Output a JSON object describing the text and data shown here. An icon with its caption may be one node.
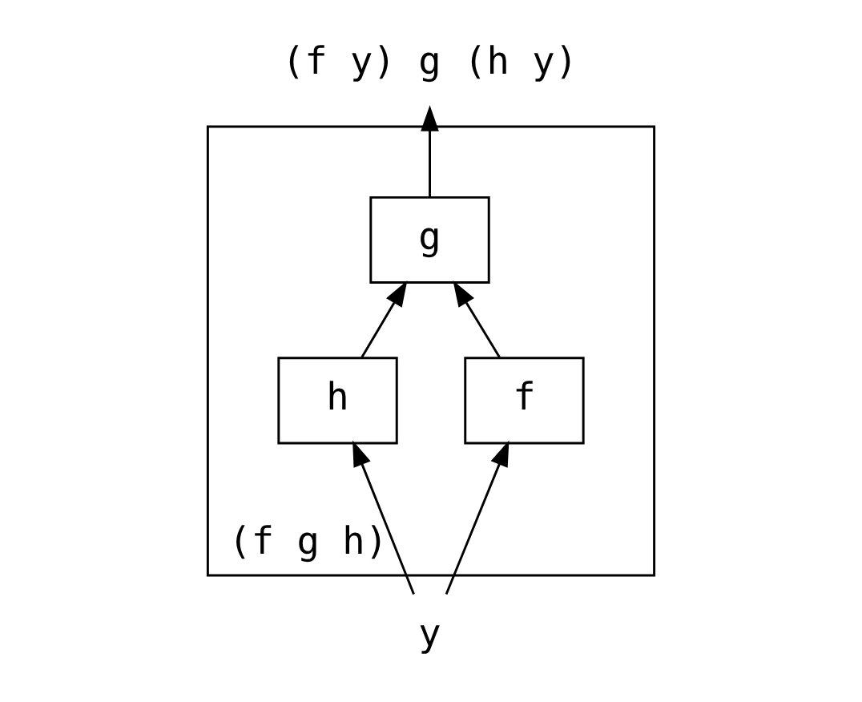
{
  "diagram": {
    "nodes": [
      {
        "text": [
          "(f g h)"
        ]
      },
      {
        "text": [
          "g"
        ],
        "in": 0
      },
      {
        "text": [
          "f"
        ],
        "in": 0
      },
      {
        "text": [
          "h"
        ],
        "in": 0
      },
      {
        "text": [
          "y"
        ]
      },
      {
        "text": [
          "(f y) g (h y)"
        ]
      }
    ],
    "edges": [
      {
        "from": 1,
        "to": 5,
        "arrow": "to"
      },
      {
        "from": 2,
        "to": 1,
        "arrow": "to"
      },
      {
        "from": 3,
        "to": 1,
        "arrow": "to"
      },
      {
        "from": 4,
        "to": 2,
        "arrow": "to"
      },
      {
        "from": 4,
        "to": 3,
        "arrow": "to"
      }
    ]
  }
}
